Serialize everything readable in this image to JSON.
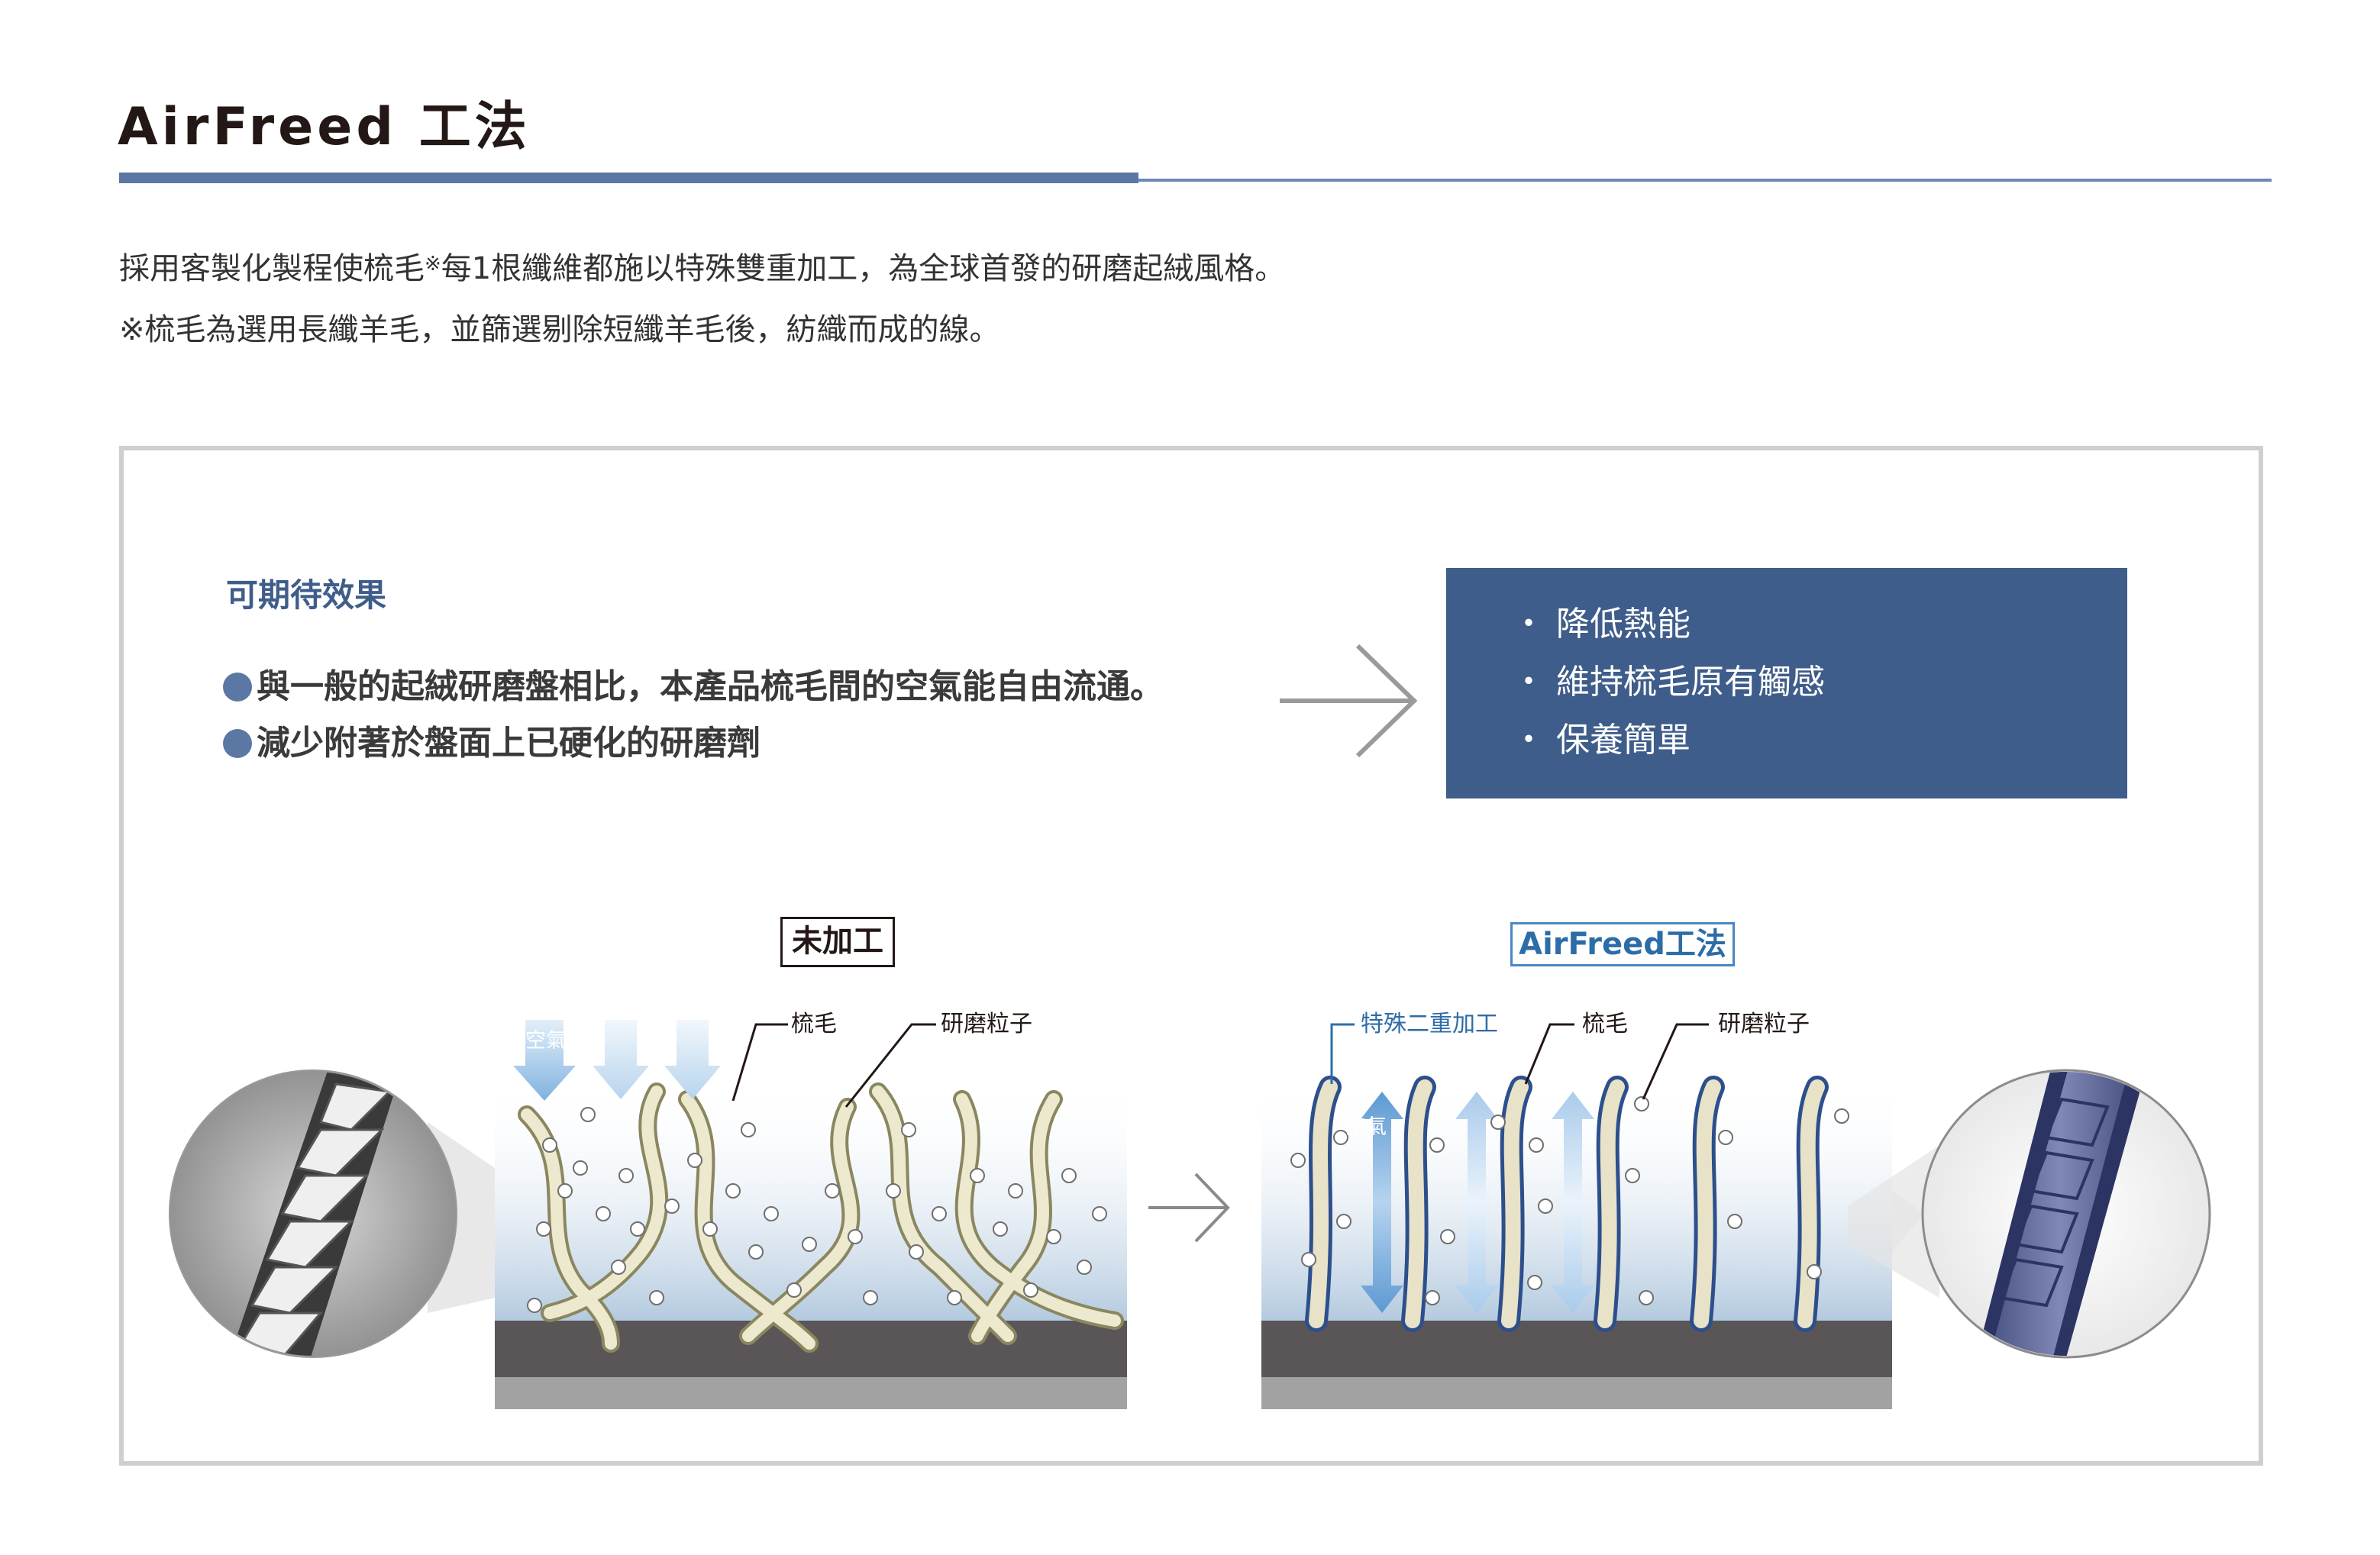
{
  "title": "AirFreed 工法",
  "intro": {
    "line1_before": "採用客製化製程使梳毛",
    "note_mark": "※",
    "line1_after": "每1根纖維都施以特殊雙重加工，為全球首發的研磨起絨風格。",
    "line2": "※梳毛為選用長纖羊毛，並篩選剔除短纖羊毛後，紡織而成的線。"
  },
  "effects": {
    "heading": "可期待效果",
    "bullets": [
      "與一般的起絨研磨盤相比，本產品梳毛間的空氣能自由流通。",
      "減少附著於盤面上已硬化的研磨劑"
    ]
  },
  "results": {
    "bullet_char": "・",
    "items": [
      "降低熱能",
      "維持梳毛原有觸感",
      "保養簡單"
    ]
  },
  "diagram": {
    "untreated_label": "未加工",
    "airfreed_label": "AirFreed工法",
    "callouts_left": [
      "梳毛",
      "研磨粒子"
    ],
    "callouts_right": [
      "特殊二重加工",
      "梳毛",
      "研磨粒子"
    ],
    "air_label": "空氣"
  },
  "colors": {
    "accent": "#3f5d8a",
    "title_rule": "#5b78a4",
    "label_blue": "#2e6ca8",
    "frame": "#cfcfcf",
    "base_dark": "#5a5657",
    "base_light": "#a2a2a2"
  }
}
